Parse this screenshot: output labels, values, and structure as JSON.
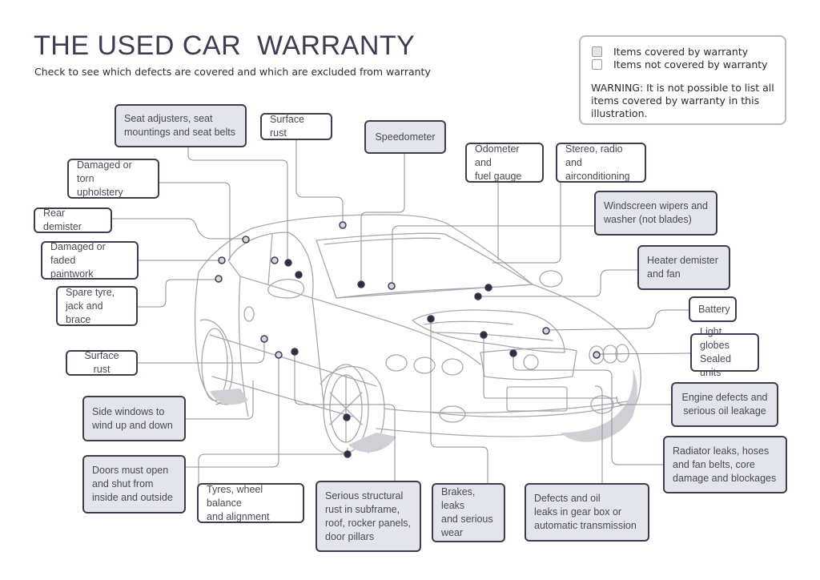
{
  "header": {
    "title": "THE USED CAR  WARRANTY",
    "subtitle": "Check to see which defects are covered and which are excluded from warranty"
  },
  "legend": {
    "covered_label": "Items covered by warranty",
    "not_covered_label": "Items not covered by warranty",
    "warning": "WARNING: It is not possible to list all items covered by warranty in this illustration."
  },
  "colors": {
    "covered_fill": "#e4e4eb",
    "not_covered_fill": "#ffffff",
    "box_border": "#3e3c4f",
    "leader_line": "#8c8c94",
    "dot_covered": "#2e2d40",
    "dot_not_covered": "#d5d5de"
  },
  "labels": [
    {
      "id": "seat-adjusters",
      "text": "Seat adjusters, seat\nmountings and seat belts",
      "covered": true
    },
    {
      "id": "surface-rust-top",
      "text": "Surface rust",
      "covered": false
    },
    {
      "id": "speedometer",
      "text": "Speedometer",
      "covered": true
    },
    {
      "id": "odometer",
      "text": "Odometer and\nfuel gauge",
      "covered": false
    },
    {
      "id": "stereo",
      "text": "Stereo, radio and\nairconditioning",
      "covered": false
    },
    {
      "id": "damaged-upholstery",
      "text": "Damaged or torn\nupholstery",
      "covered": false
    },
    {
      "id": "windscreen-wipers",
      "text": "Windscreen wipers and\nwasher (not blades)",
      "covered": true
    },
    {
      "id": "rear-demister",
      "text": "Rear demister",
      "covered": false
    },
    {
      "id": "heater-demister",
      "text": "Heater demister\nand fan",
      "covered": true
    },
    {
      "id": "paintwork",
      "text": "Damaged or faded\npaintwork",
      "covered": false
    },
    {
      "id": "spare-tyre",
      "text": "Spare tyre,\njack and brace",
      "covered": false
    },
    {
      "id": "battery",
      "text": "Battery",
      "covered": false
    },
    {
      "id": "light-globes",
      "text": "Light globes\nSealed units",
      "covered": false
    },
    {
      "id": "surface-rust-side",
      "text": "Surface rust",
      "covered": false
    },
    {
      "id": "engine-defects",
      "text": "Engine defects and\nserious oil leakage",
      "covered": true
    },
    {
      "id": "side-windows",
      "text": "Side windows to\nwind up and down",
      "covered": true
    },
    {
      "id": "radiator",
      "text": "Radiator leaks, hoses\nand fan belts, core\ndamage and blockages",
      "covered": true
    },
    {
      "id": "doors",
      "text": "Doors must open\nand shut from\ninside and outside",
      "covered": true
    },
    {
      "id": "tyres",
      "text": "Tyres, wheel balance\nand alignment",
      "covered": false
    },
    {
      "id": "structural-rust",
      "text": "Serious structural\nrust in subframe,\nroof, rocker panels,\ndoor pillars",
      "covered": true
    },
    {
      "id": "brakes",
      "text": "Brakes, leaks\nand serious\nwear",
      "covered": true
    },
    {
      "id": "gearbox",
      "text": "Defects and oil\nleaks in gear box or\nautomatic transmission",
      "covered": true
    }
  ]
}
